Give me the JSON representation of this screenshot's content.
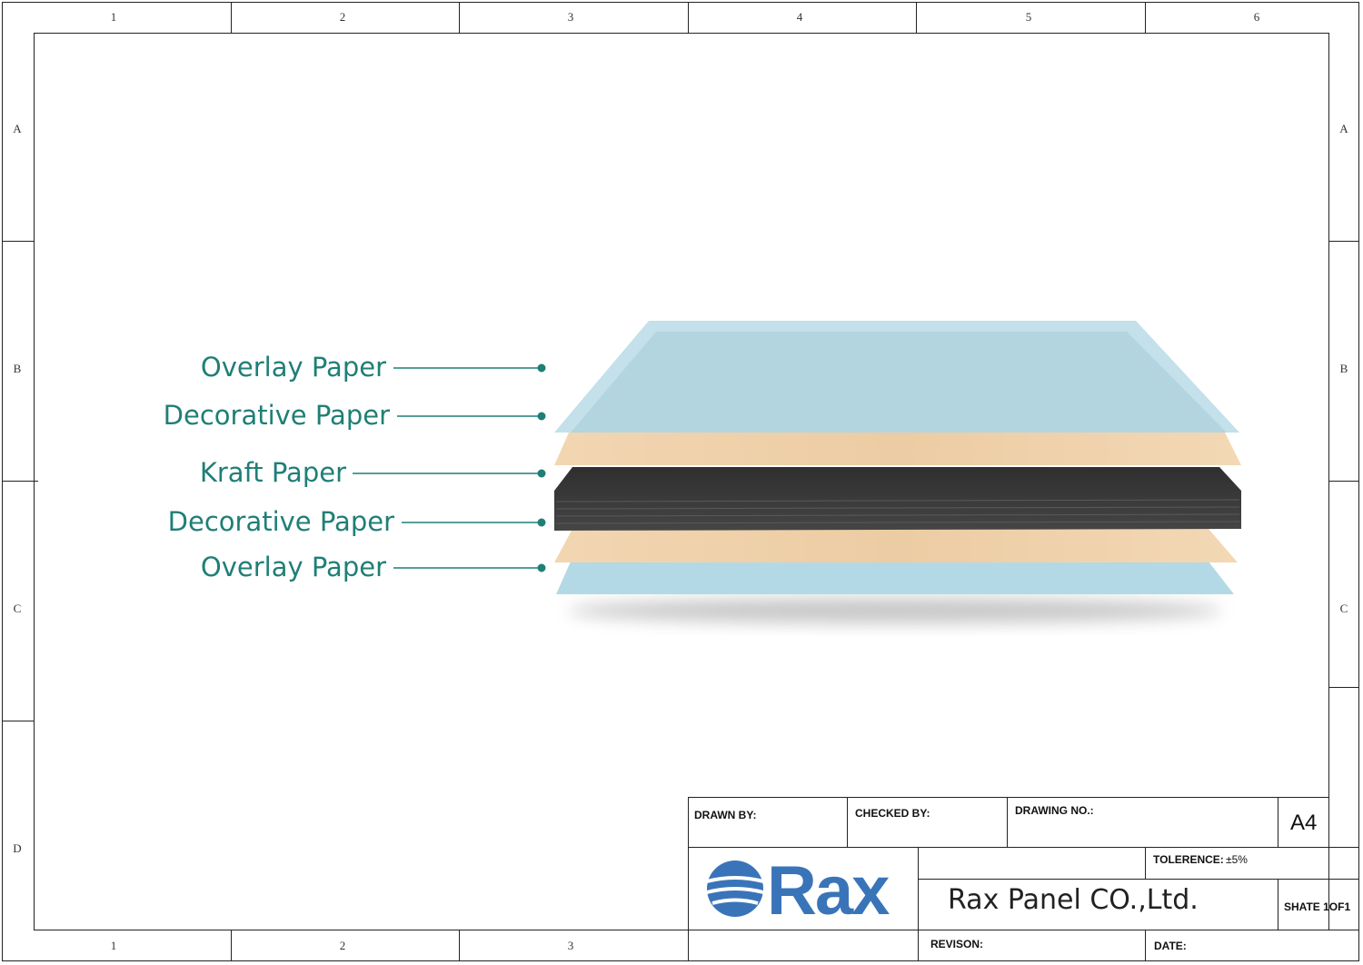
{
  "frame": {
    "columns": [
      "1",
      "2",
      "3",
      "4",
      "5",
      "6"
    ],
    "bottom_columns": [
      "1",
      "2",
      "3"
    ],
    "rows": [
      "A",
      "B",
      "C",
      "D"
    ],
    "right_rows": [
      "A",
      "B",
      "C"
    ]
  },
  "diagram": {
    "labels": [
      "Overlay Paper",
      "Decorative Paper",
      "Kraft Paper",
      "Decorative Paper",
      "Overlay Paper"
    ],
    "colors": {
      "label": "#1f7f76",
      "overlay": "#a9d3e2",
      "decorative": "#f0d2ad",
      "kraft": "#3b3b3b"
    }
  },
  "title_block": {
    "drawn_by_label": "DRAWN BY:",
    "checked_by_label": "CHECKED BY:",
    "drawing_no_label": "DRAWING NO.:",
    "sheet_size": "A4",
    "tolerance_label": "TOLERENCE:",
    "tolerance_value": "±5%",
    "company": "Rax Panel CO.,Ltd.",
    "sheet": "SHATE 1OF1",
    "revision_label": "REVISON:",
    "date_label": "DATE:",
    "logo_text": "Rax",
    "logo_color": "#3a74b8"
  }
}
